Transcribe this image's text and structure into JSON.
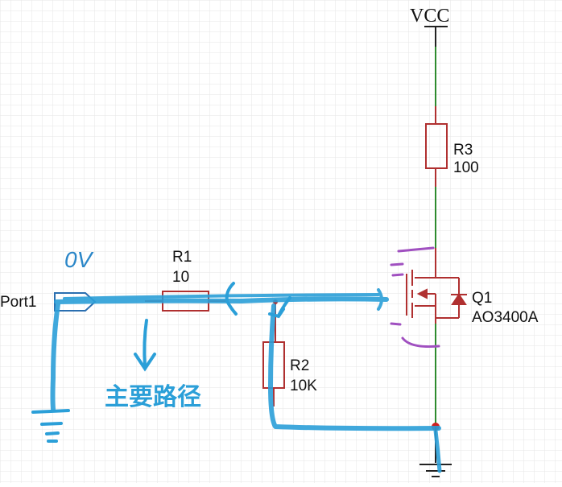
{
  "schematic": {
    "power_label": "VCC",
    "port_label": "Port1",
    "resistors": [
      {
        "ref": "R1",
        "value": "10"
      },
      {
        "ref": "R2",
        "value": "10K"
      },
      {
        "ref": "R3",
        "value": "100"
      }
    ],
    "transistor": {
      "ref": "Q1",
      "part": "AO3400A"
    }
  },
  "annotations": {
    "voltage": "0V",
    "path_note": "主要路径"
  },
  "colors": {
    "wire": "#2e8b2e",
    "component": "#b03030",
    "highlight": "#2b9fd8",
    "gate_mark": "#a050c0",
    "annotation_text": "#2a86c8",
    "grid": "#e6e6e6"
  }
}
